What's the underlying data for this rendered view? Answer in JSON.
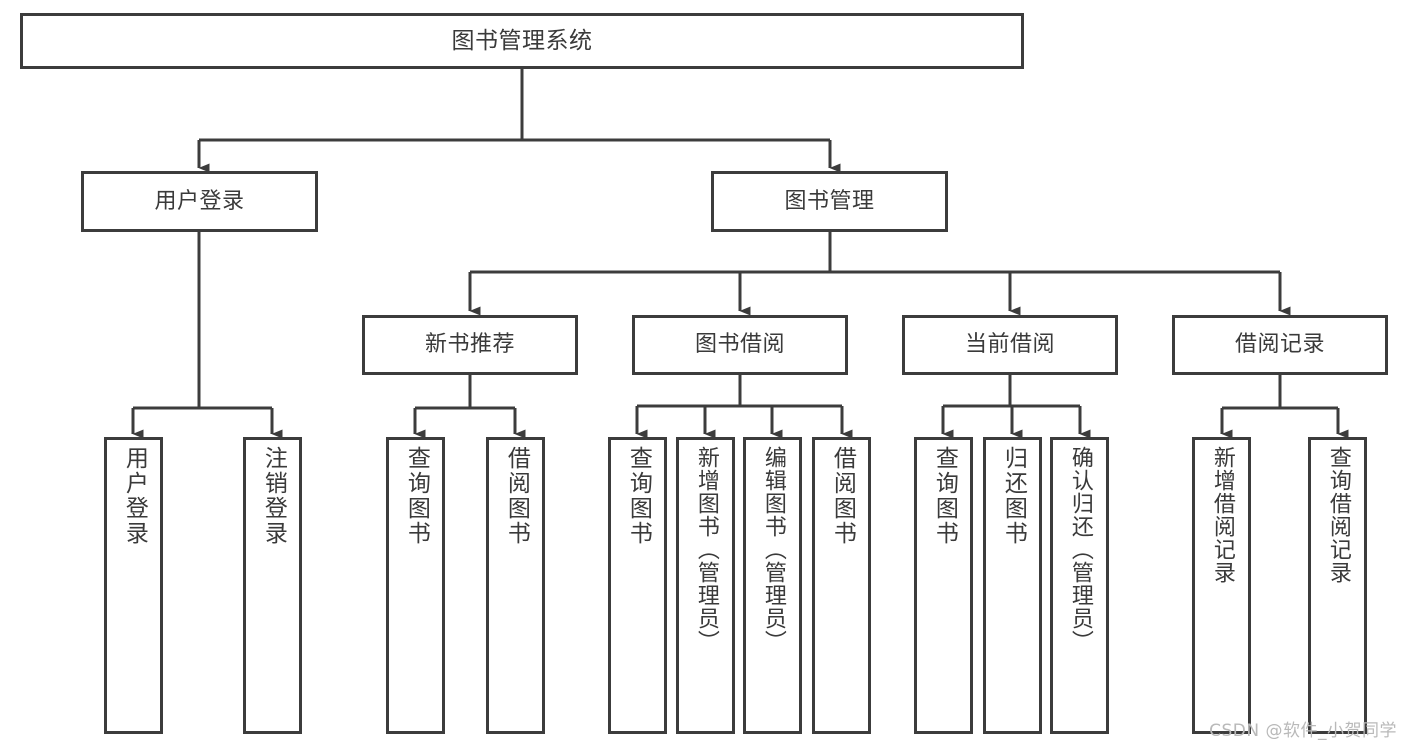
{
  "diagram": {
    "title_text": "图书管理系统",
    "colors": {
      "border": "#3c3c3c",
      "text": "#3a3a3a",
      "background": "#ffffff",
      "watermark": "#b9b9b9"
    },
    "watermark": "CSDN @软件_小贺同学",
    "root": {
      "label": "图书管理系统"
    },
    "level2": [
      {
        "label": "用户登录"
      },
      {
        "label": "图书管理"
      }
    ],
    "level3": [
      {
        "label": "新书推荐"
      },
      {
        "label": "图书借阅"
      },
      {
        "label": "当前借阅"
      },
      {
        "label": "借阅记录"
      }
    ],
    "leaves": {
      "user_login": [
        {
          "label": "用户登录"
        },
        {
          "label": "注销登录"
        }
      ],
      "new_book_recommend": [
        {
          "label": "查询图书"
        },
        {
          "label": "借阅图书"
        }
      ],
      "book_borrow": [
        {
          "label": "查询图书"
        },
        {
          "label": "新增图书（管理员）"
        },
        {
          "label": "编辑图书（管理员）"
        },
        {
          "label": "借阅图书"
        }
      ],
      "current_borrow": [
        {
          "label": "查询图书"
        },
        {
          "label": "归还图书"
        },
        {
          "label": "确认归还（管理员）"
        }
      ],
      "borrow_record": [
        {
          "label": "新增借阅记录"
        },
        {
          "label": "查询借阅记录"
        }
      ]
    }
  }
}
